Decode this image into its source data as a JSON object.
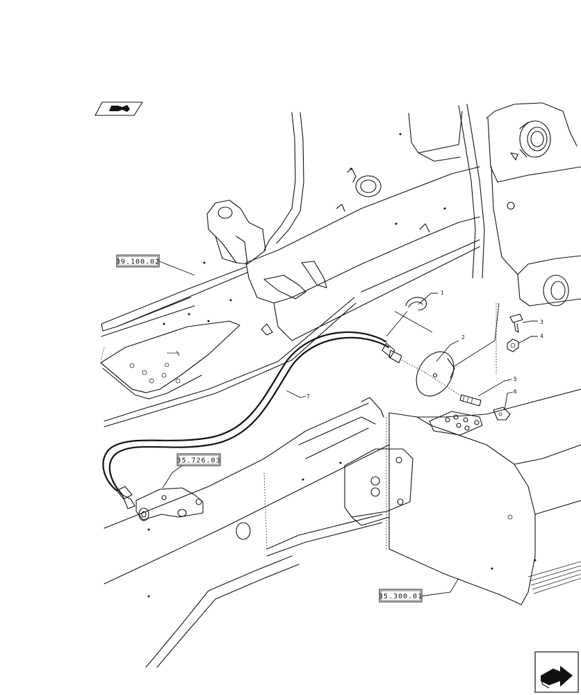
{
  "references": {
    "ref_a": "39.100.02",
    "ref_b": "35.726.03",
    "ref_c": "35.300.01"
  },
  "callouts": {
    "c1": "1",
    "c2": "2",
    "c3": "3",
    "c4": "4",
    "c5": "5",
    "c6": "6",
    "c7": "7"
  },
  "icons": {
    "top_left": "book-pointer-icon",
    "bottom_right": "next-page-arrow-icon"
  }
}
